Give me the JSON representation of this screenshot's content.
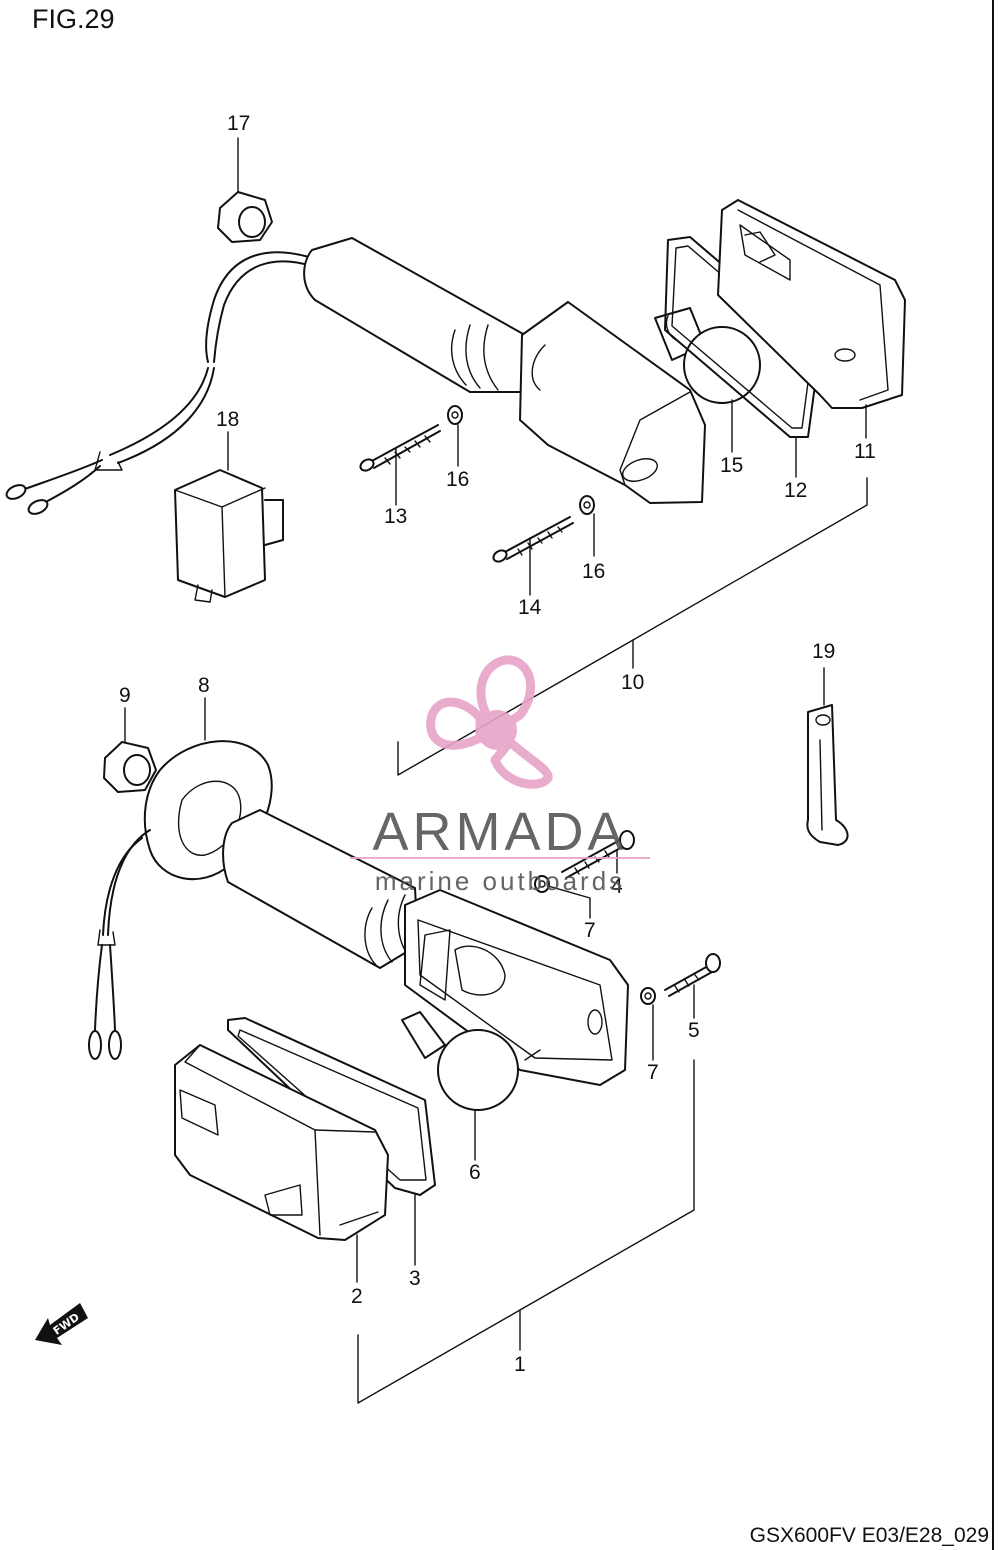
{
  "figure": {
    "title": "FIG.29",
    "code": "GSX600FV E03/E28_029"
  },
  "labels": {
    "p1": "1",
    "p2": "2",
    "p3": "3",
    "p4": "4",
    "p5": "5",
    "p6": "6",
    "p7a": "7",
    "p7b": "7",
    "p8": "8",
    "p9": "9",
    "p10": "10",
    "p11": "11",
    "p12": "12",
    "p13": "13",
    "p14": "14",
    "p15": "15",
    "p16a": "16",
    "p16b": "16",
    "p17": "17",
    "p18": "18",
    "p19": "19"
  },
  "fwd_badge": "FWD",
  "watermark": {
    "name": "ARMADA",
    "tagline": "marine outboards",
    "accent_color": "#e8a4c8"
  },
  "colors": {
    "ink": "#111111",
    "background": "#ffffff"
  }
}
